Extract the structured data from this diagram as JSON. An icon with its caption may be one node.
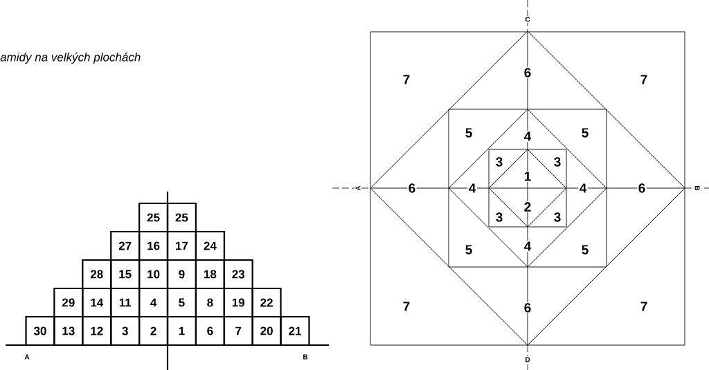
{
  "diagram": {
    "nodes": [
      {
        "text": [
          "25"
        ]
      },
      {
        "text": [
          "25"
        ]
      },
      {
        "text": [
          "27"
        ]
      },
      {
        "text": [
          "16"
        ]
      },
      {
        "text": [
          "17"
        ]
      },
      {
        "text": [
          "24"
        ]
      },
      {
        "text": [
          "28"
        ]
      },
      {
        "text": [
          "15"
        ]
      },
      {
        "text": [
          "10"
        ]
      },
      {
        "text": [
          "9"
        ]
      },
      {
        "text": [
          "18"
        ]
      },
      {
        "text": [
          "23"
        ]
      },
      {
        "text": [
          "29"
        ]
      },
      {
        "text": [
          "14"
        ]
      },
      {
        "text": [
          "11"
        ]
      },
      {
        "text": [
          "4"
        ]
      },
      {
        "text": [
          "5"
        ]
      },
      {
        "text": [
          "8"
        ]
      },
      {
        "text": [
          "19"
        ]
      },
      {
        "text": [
          "22"
        ]
      },
      {
        "text": [
          "30"
        ]
      },
      {
        "text": [
          "13"
        ]
      },
      {
        "text": [
          "12"
        ]
      },
      {
        "text": [
          "3"
        ]
      },
      {
        "text": [
          "2"
        ]
      },
      {
        "text": [
          "1"
        ]
      },
      {
        "text": [
          "6"
        ]
      },
      {
        "text": [
          "7"
        ]
      },
      {
        "text": [
          "20"
        ]
      },
      {
        "text": [
          "21"
        ]
      }
    ],
    "labels": [
      "amidy na velkých plochách",
      "A",
      "B",
      "C",
      "7",
      "6",
      "7",
      "5",
      "4",
      "5",
      "3",
      "3",
      "1",
      "A",
      "6",
      "4",
      "4",
      "6",
      "B",
      "2",
      "3",
      "3",
      "5",
      "4",
      "5",
      "7",
      "6",
      "7",
      "D"
    ]
  }
}
